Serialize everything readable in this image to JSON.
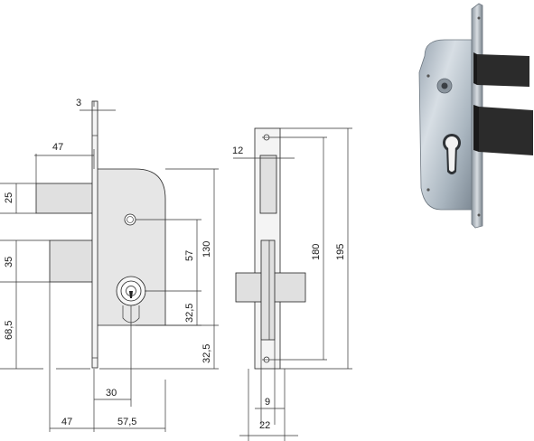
{
  "dimensions": {
    "front_plate_thickness": "3",
    "backset_top": "47",
    "bolt_upper_height": "25",
    "bolt_gap": "35",
    "lower_to_base": "68,5",
    "spindle_to_cylinder": "57",
    "case_height": "130",
    "cylinder_offset": "32,5",
    "base_to_cylinder": "32,5",
    "cylinder_backset": "30",
    "backset_bottom": "47",
    "case_depth": "57,5",
    "faceplate_inset": "12",
    "screw_spacing": "180",
    "faceplate_length": "195",
    "forend_width": "9",
    "faceplate_width": "22"
  },
  "colors": {
    "line": "#333333",
    "body_fill": "#e6e6e6",
    "bolt_photo": "#2b2b2b",
    "metal_photo": "#b9c3cc"
  }
}
